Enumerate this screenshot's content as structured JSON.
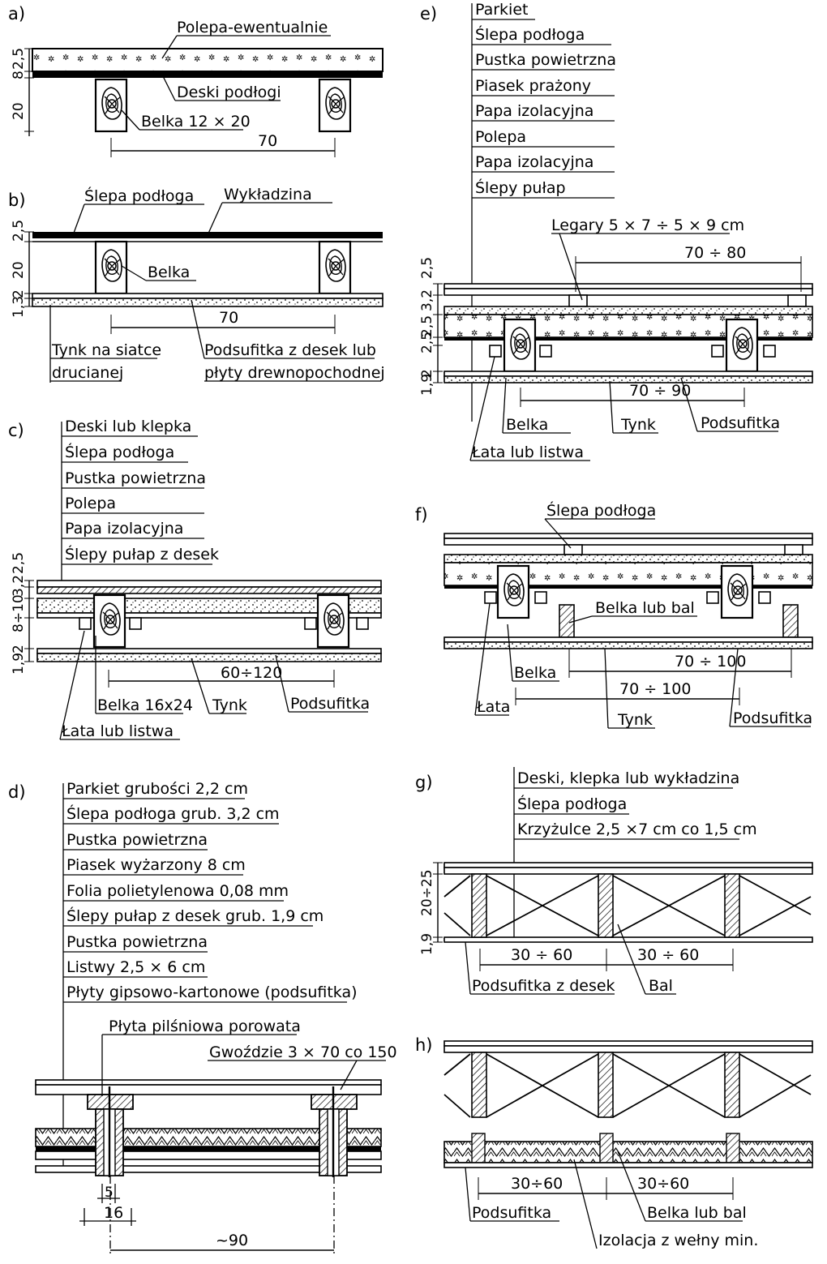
{
  "panels": {
    "a": {
      "label": "a)",
      "texts": [
        "Polepa-ewentualnie",
        "Deski podłogi",
        "Belka 12 × 20"
      ],
      "dims": [
        "2,5",
        "8",
        "20",
        "70"
      ]
    },
    "b": {
      "label": "b)",
      "texts": [
        "Ślepa podłoga",
        "Wykładzina",
        "Belka",
        "Tynk na siatce",
        "drucianej",
        "Podsufitka z desek lub",
        "płyty drewnopochodnej"
      ],
      "dims": [
        "2,5",
        "20",
        "2",
        "1,3",
        "70"
      ]
    },
    "c": {
      "label": "c)",
      "layers": [
        "Deski lub klepka",
        "Ślepa podłoga",
        "Pustka powietrzna",
        "Polepa",
        "Papa izolacyjna",
        "Ślepy pułap z desek"
      ],
      "texts": [
        "Belka 16x24",
        "Tynk",
        "Podsufitka",
        "Łata lub listwa"
      ],
      "dims": [
        "2,5",
        "3,2",
        "8÷10",
        "2",
        "1,9",
        "60÷120"
      ]
    },
    "d": {
      "label": "d)",
      "layers": [
        "Parkiet grubości 2,2 cm",
        "Ślepa podłoga grub. 3,2 cm",
        "Pustka powietrzna",
        "Piasek wyżarzony 8 cm",
        "Folia polietylenowa 0,08 mm",
        "Ślepy pułap z desek grub. 1,9 cm",
        "Pustka powietrzna",
        "Listwy 2,5 × 6 cm",
        "Płyty gipsowo-kartonowe (podsufitka)"
      ],
      "texts": [
        "Płyta pilśniowa porowata",
        "Gwoździe 3 × 70 co 150"
      ],
      "dims": [
        "5",
        "16",
        "~90"
      ]
    },
    "e": {
      "label": "e)",
      "layers": [
        "Parkiet",
        "Ślepa podłoga",
        "Pustka powietrzna",
        "Piasek prażony",
        "Papa izolacyjna",
        "Polepa",
        "Papa izolacyjna",
        "Ślepy pułap"
      ],
      "texts": [
        "Legary 5 × 7 ÷ 5 × 9 cm",
        "Belka",
        "Tynk",
        "Podsufitka",
        "Łata lub listwa"
      ],
      "dims": [
        "2,5",
        "3,2",
        "2,5",
        "2,5",
        "2",
        "1,9",
        "70 ÷ 80",
        "70 ÷ 90"
      ]
    },
    "f": {
      "label": "f)",
      "texts": [
        "Ślepa podłoga",
        "Belka lub bal",
        "Belka",
        "Łata",
        "Tynk",
        "Podsufitka"
      ],
      "dims": [
        "70 ÷ 100",
        "70 ÷ 100"
      ]
    },
    "g": {
      "label": "g)",
      "layers": [
        "Deski, klepka lub wykładzina",
        "Ślepa podłoga",
        "Krzyżulce 2,5 ×7 cm co 1,5 cm"
      ],
      "texts": [
        "Podsufitka z desek",
        "Bal"
      ],
      "dims": [
        "1,9",
        "20÷25",
        "30 ÷ 60",
        "30 ÷ 60"
      ]
    },
    "h": {
      "label": "h)",
      "texts": [
        "Podsufitka",
        "Belka lub bal",
        "Izolacja z wełny min."
      ],
      "dims": [
        "30÷60",
        "30÷60"
      ]
    }
  }
}
